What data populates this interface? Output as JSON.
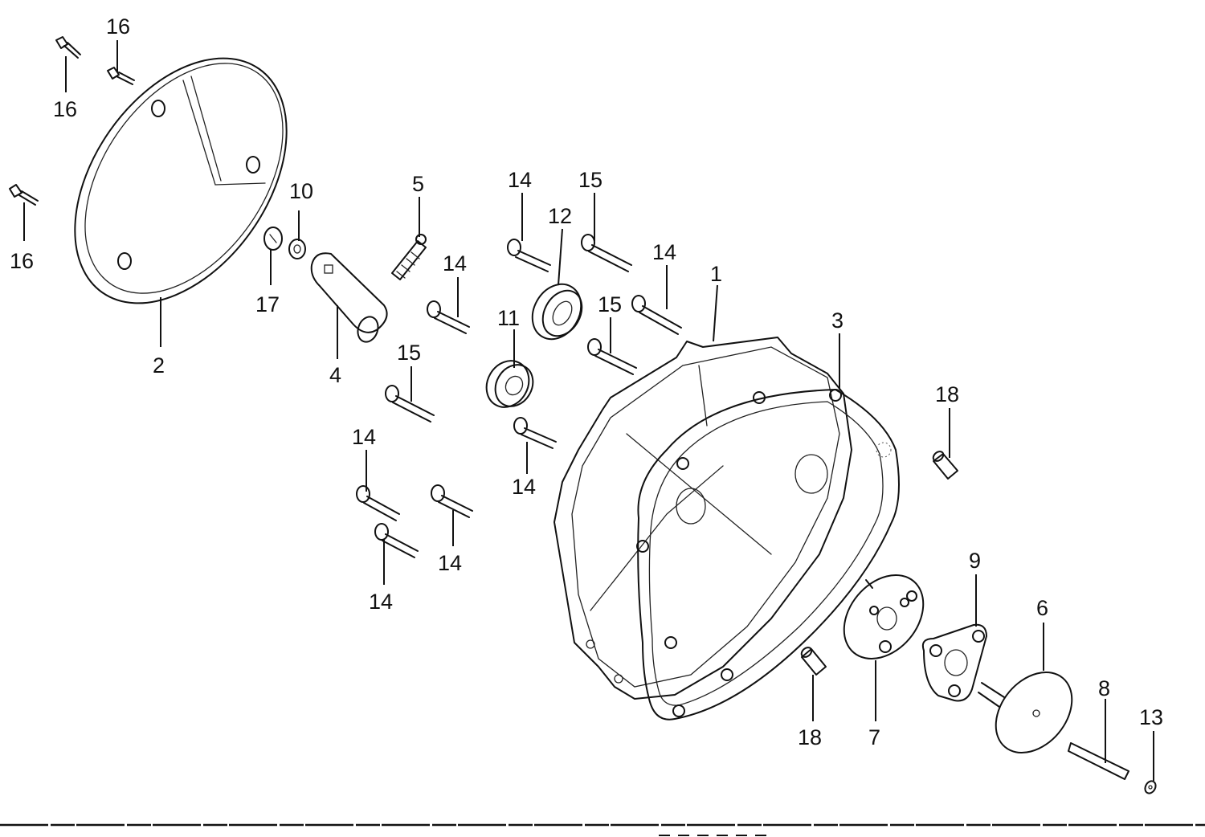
{
  "labels": {
    "l16a": "16",
    "l16b": "16",
    "l16c": "16",
    "l2": "2",
    "l10": "10",
    "l17": "17",
    "l4": "4",
    "l5": "5",
    "l14a": "14",
    "l14b": "14",
    "l14c": "14",
    "l14d": "14",
    "l14e": "14",
    "l14f": "14",
    "l14g": "14",
    "l15a": "15",
    "l15b": "15",
    "l15c": "15",
    "l12": "12",
    "l11": "11",
    "l1": "1",
    "l3": "3",
    "l18a": "18",
    "l18b": "18",
    "l9": "9",
    "l6": "6",
    "l7": "7",
    "l8": "8",
    "l13": "13"
  }
}
